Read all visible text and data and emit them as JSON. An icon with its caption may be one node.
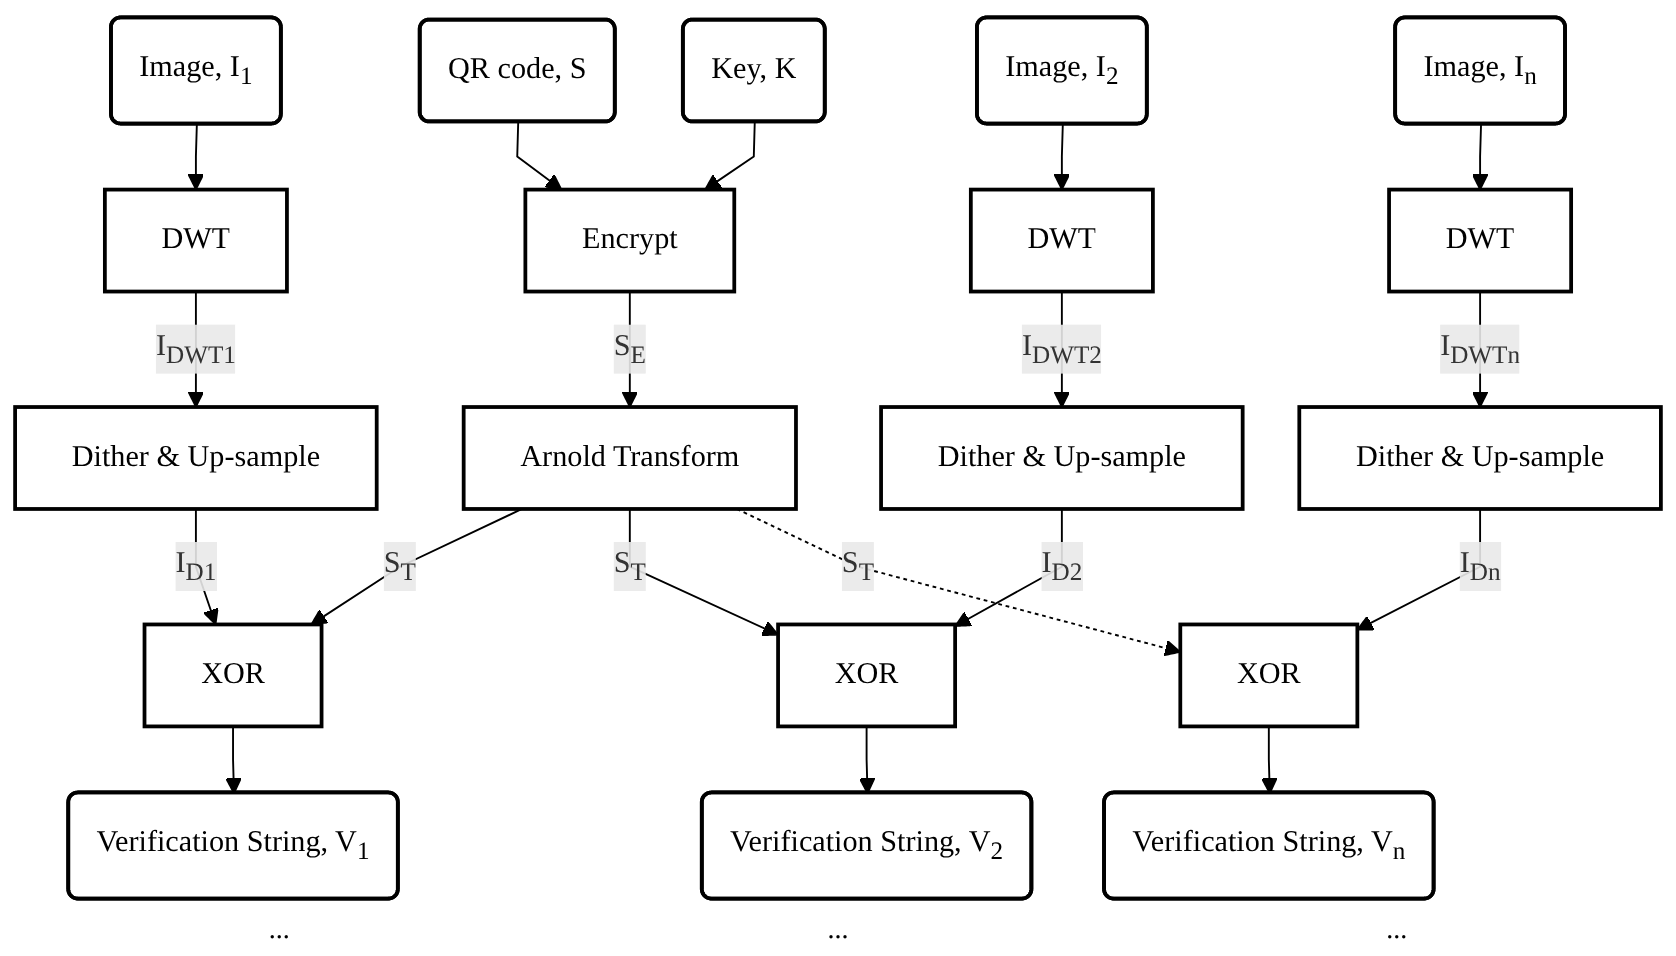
{
  "diagram": {
    "nodes": [
      {
        "text": [
          "QR code, S"
        ]
      },
      {
        "text": [
          "Key, K"
        ]
      },
      {
        "text": [
          "Encrypt"
        ]
      },
      {
        "text": [
          "Arnold Transform"
        ]
      },
      {
        "text": [
          "Image, I$_{1}$"
        ]
      },
      {
        "text": [
          "DWT"
        ]
      },
      {
        "text": [
          "Dither & Up-sample"
        ]
      },
      {
        "text": [
          "XOR"
        ]
      },
      {
        "text": [
          "Verification String, V$_{1}$"
        ]
      },
      {
        "text": [
          "Image, I$_{2}$"
        ]
      },
      {
        "text": [
          "DWT"
        ]
      },
      {
        "text": [
          "Dither & Up-sample"
        ]
      },
      {
        "text": [
          "XOR"
        ]
      },
      {
        "text": [
          "Verification String, V$_{2}$"
        ]
      },
      {
        "text": [
          "Image, I$_{n}$"
        ]
      },
      {
        "text": [
          "DWT"
        ]
      },
      {
        "text": [
          "Dither & Up-sample"
        ]
      },
      {
        "text": [
          "XOR"
        ]
      },
      {
        "text": [
          "Verification String, V$_{n}$"
        ]
      }
    ],
    "edges": [
      {
        "from": 0,
        "to": 2,
        "arrow": "to"
      },
      {
        "from": 1,
        "to": 2,
        "arrow": "to"
      },
      {
        "from": 2,
        "to": 3,
        "arrow": "to",
        "label": "S$_{E}$"
      },
      {
        "from": 3,
        "to": 7,
        "arrow": "to",
        "label": "S$_{T}$"
      },
      {
        "from": 3,
        "to": 12,
        "arrow": "to",
        "label": "S$_{T}$"
      },
      {
        "from": 3,
        "to": 17,
        "arrow": "to",
        "label": "S$_{T}$",
        "style": "dashed"
      },
      {
        "from": 4,
        "to": 5,
        "arrow": "to"
      },
      {
        "from": 5,
        "to": 6,
        "arrow": "to",
        "label": "I$_{DWT1}$"
      },
      {
        "from": 6,
        "to": 7,
        "arrow": "to",
        "label": "I$_{D1}$"
      },
      {
        "from": 7,
        "to": 8,
        "arrow": "to"
      },
      {
        "from": 9,
        "to": 10,
        "arrow": "to"
      },
      {
        "from": 10,
        "to": 11,
        "arrow": "to",
        "label": "I$_{DWT2}$"
      },
      {
        "from": 11,
        "to": 12,
        "arrow": "to",
        "label": "I$_{D2}$"
      },
      {
        "from": 12,
        "to": 13,
        "arrow": "to"
      },
      {
        "from": 14,
        "to": 15,
        "arrow": "to"
      },
      {
        "from": 15,
        "to": 16,
        "arrow": "to",
        "label": "I$_{DWTn}$"
      },
      {
        "from": 16,
        "to": 17,
        "arrow": "to",
        "label": "I$_{Dn}$"
      },
      {
        "from": 17,
        "to": 18,
        "arrow": "to"
      }
    ],
    "labels": [
      "...",
      "...",
      "..."
    ]
  }
}
